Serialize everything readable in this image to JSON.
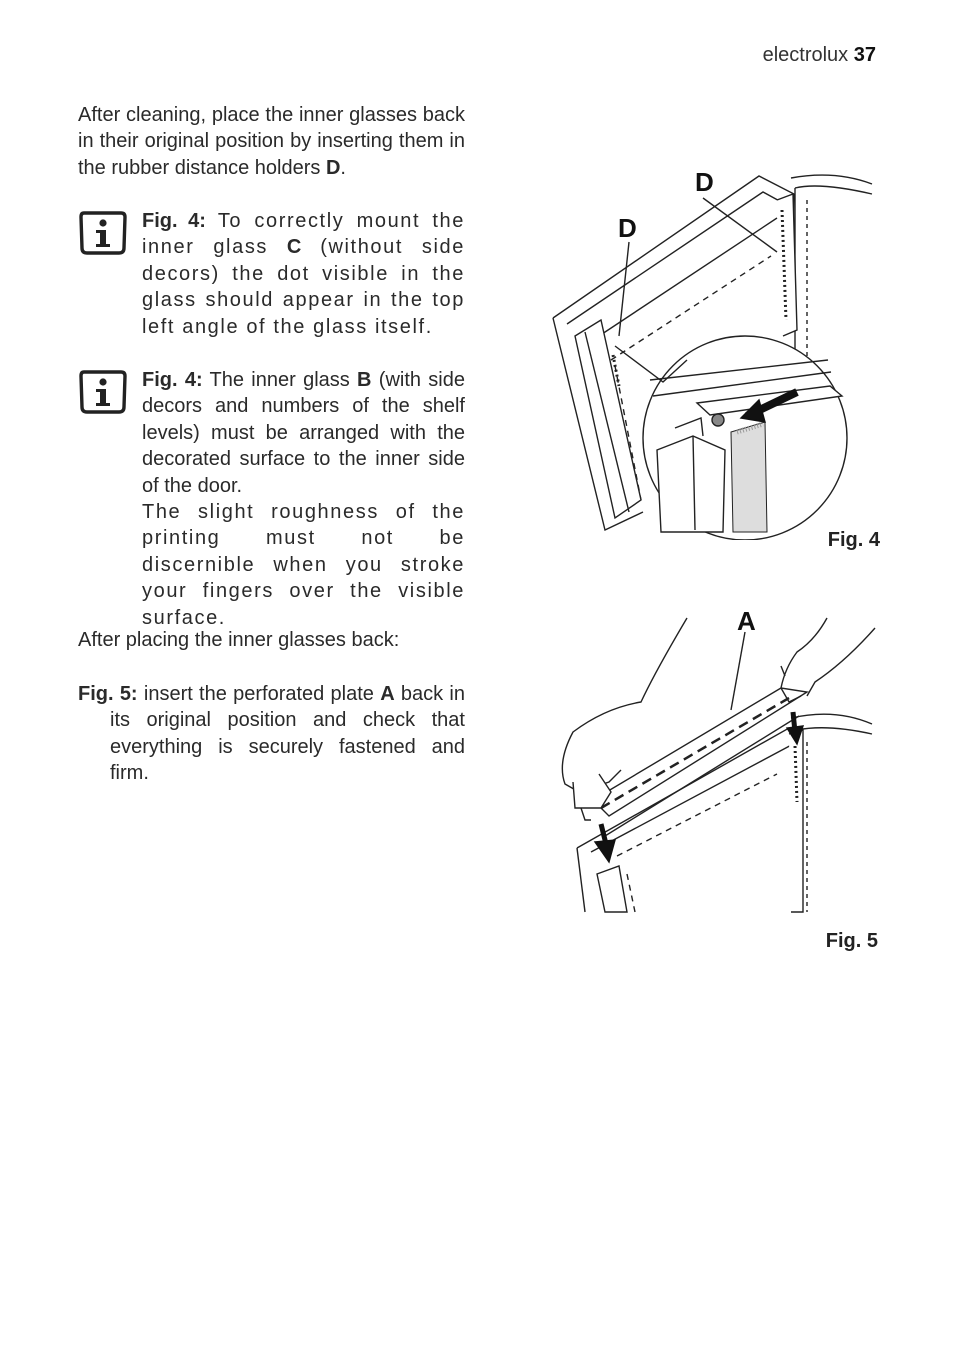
{
  "header": {
    "brand": "electrolux",
    "page_number": "37"
  },
  "para1": {
    "text": "After cleaning, place the inner glasses back in their original position by inserting them in the rubber distance holders ",
    "bold_letter": "D",
    "end": "."
  },
  "note1": {
    "fig_ref": "Fig. 4:",
    "text_a": " To correctly mount the inner glass ",
    "bold_letter": "C",
    "text_b": " (without side decors) the dot visible in the glass should appear in the top left angle of the glass itself."
  },
  "note2": {
    "fig_ref": "Fig. 4:",
    "text_a": " The inner glass ",
    "bold_letter": "B",
    "text_b": " (with side decors and numbers of the shelf levels) must be arranged with the decorated surface to the inner side of the door.",
    "text_c": "The slight roughness of the printing must not be discernible when you stroke your fingers over the visible surface."
  },
  "para2": {
    "text": "After placing the inner glasses back:"
  },
  "para3": {
    "fig_ref": "Fig. 5:",
    "text_a": " insert the perforated plate ",
    "bold_letter": "A",
    "text_b": " back in its original position and check that everything is securely fastened and firm."
  },
  "figure4": {
    "caption": "Fig. 4",
    "label_d1": "D",
    "label_d2": "D"
  },
  "figure5": {
    "caption": "Fig. 5",
    "label_a": "A"
  },
  "icons": {
    "info": "info-icon"
  }
}
